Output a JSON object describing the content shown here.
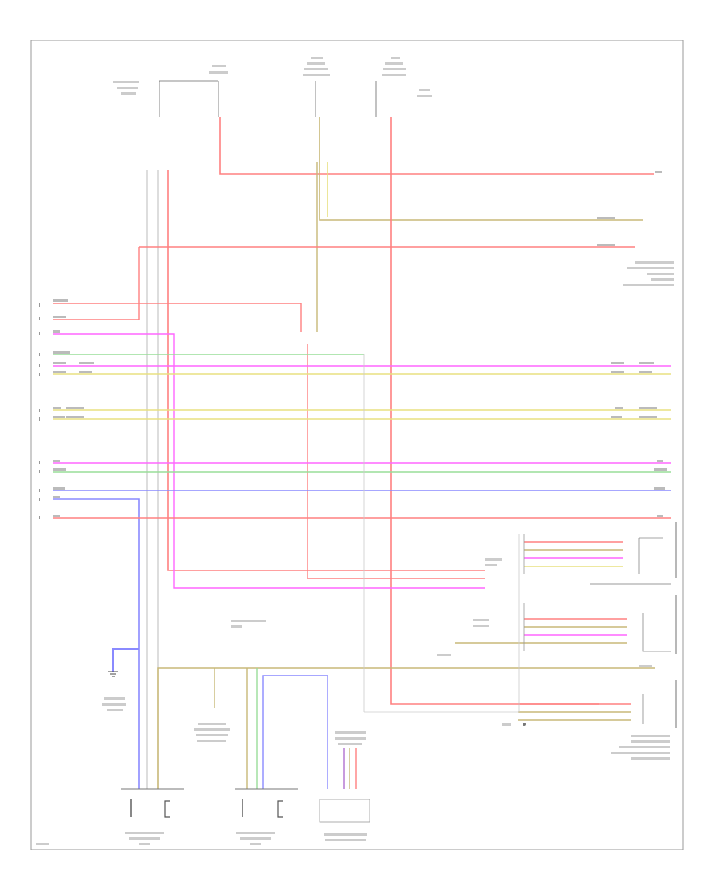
{
  "diagram": {
    "frame_label": "",
    "wire_colors": {
      "red": "#ff8080",
      "pink": "#ff66ff",
      "green": "#99dd99",
      "yellow": "#e8e080",
      "blue": "#8a8aff",
      "tan": "#c8b878",
      "purple": "#b070d0",
      "gray": "#bbbbbb"
    },
    "top_fuses": [
      {
        "name": "fuse-1",
        "caption": ""
      },
      {
        "name": "fuse-2",
        "caption": ""
      },
      {
        "name": "fuse-3",
        "caption": ""
      },
      {
        "name": "fuse-4",
        "caption": ""
      }
    ],
    "bottom_components": [
      {
        "name": "component-left",
        "caption": ""
      },
      {
        "name": "component-middle",
        "caption": ""
      },
      {
        "name": "component-right",
        "caption": ""
      }
    ],
    "right_components": [
      {
        "name": "connector-top-right",
        "caption": ""
      },
      {
        "name": "connector-middle-right",
        "caption": ""
      },
      {
        "name": "connector-bottom-right",
        "caption": ""
      }
    ]
  }
}
